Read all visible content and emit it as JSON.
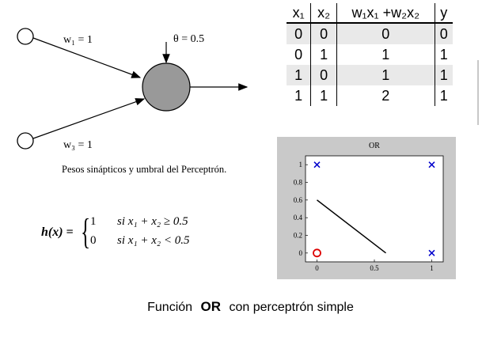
{
  "perceptron": {
    "w1_label": "w₁ = 1",
    "w2_label": "w₃ = 1",
    "theta_label": "θ = 0.5",
    "caption": "Pesos sinápticos y umbral del Perceptrón."
  },
  "truth_table": {
    "headers": [
      "x₁",
      "x₂",
      "w₁x₁ +w₂x₂",
      "y"
    ],
    "rows": [
      [
        "0",
        "0",
        "0",
        "0"
      ],
      [
        "0",
        "1",
        "1",
        "1"
      ],
      [
        "1",
        "0",
        "1",
        "1"
      ],
      [
        "1",
        "1",
        "2",
        "1"
      ]
    ]
  },
  "formula": {
    "lhs": "h(x) =",
    "case1_value": "1",
    "case1_cond": "si  x₁ + x₂ ≥ 0.5",
    "case2_value": "0",
    "case2_cond": "si  x₁ + x₂ < 0.5"
  },
  "chart_data": {
    "type": "scatter",
    "title": "OR",
    "xlim": [
      -0.1,
      1.1
    ],
    "ylim": [
      -0.1,
      1.1
    ],
    "x_ticks": [
      "0",
      "0.5",
      "1"
    ],
    "y_ticks": [
      "0",
      "0.2",
      "0.4",
      "0.6",
      "0.8",
      "1"
    ],
    "grid": false,
    "series": [
      {
        "marker": "x",
        "color": "#0000cc",
        "points": [
          [
            0,
            1
          ],
          [
            1,
            1
          ],
          [
            1,
            0
          ]
        ]
      },
      {
        "marker": "o",
        "color": "#dd0000",
        "points": [
          [
            0,
            0
          ]
        ]
      }
    ],
    "decision_line": {
      "color": "#000000",
      "points": [
        [
          0,
          0.6
        ],
        [
          0.6,
          0
        ]
      ]
    }
  },
  "footer": {
    "prefix": "Función",
    "bold": "OR",
    "suffix": "con perceptrón simple"
  }
}
